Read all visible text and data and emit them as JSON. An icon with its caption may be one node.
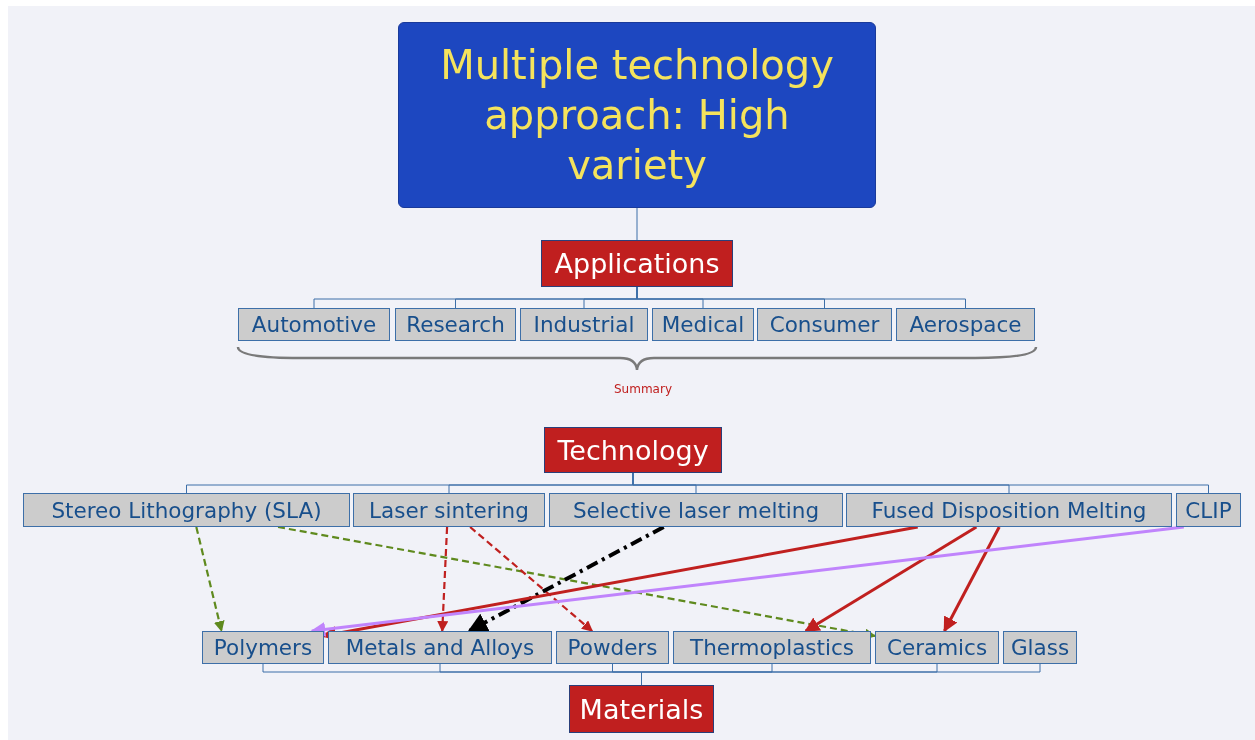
{
  "diagram": {
    "nodes": [
      {
        "text": [
          "Multiple technology approach: High variety"
        ]
      },
      {
        "text": [
          "Applications"
        ]
      },
      {
        "text": [
          "Automotive"
        ]
      },
      {
        "text": [
          "Research"
        ]
      },
      {
        "text": [
          "Industrial"
        ]
      },
      {
        "text": [
          "Medical"
        ]
      },
      {
        "text": [
          "Consumer"
        ]
      },
      {
        "text": [
          "Aerospace"
        ]
      },
      {
        "text": [
          "Technology"
        ]
      },
      {
        "text": [
          "Stereo Lithography (SLA)"
        ]
      },
      {
        "text": [
          "Laser sintering"
        ]
      },
      {
        "text": [
          "Selective laser melting"
        ]
      },
      {
        "text": [
          "Fused Disposition Melting"
        ]
      },
      {
        "text": [
          "CLIP"
        ]
      },
      {
        "text": [
          "Polymers"
        ]
      },
      {
        "text": [
          "Metals and Alloys"
        ]
      },
      {
        "text": [
          "Powders"
        ]
      },
      {
        "text": [
          "Thermoplastics"
        ]
      },
      {
        "text": [
          "Ceramics"
        ]
      },
      {
        "text": [
          "Glass"
        ]
      },
      {
        "text": [
          "Materials"
        ]
      }
    ],
    "edges": [
      {
        "from": 0,
        "to": 1,
        "arrow": "none"
      },
      {
        "from": 1,
        "to": 2,
        "arrow": "none"
      },
      {
        "from": 1,
        "to": 3,
        "arrow": "none"
      },
      {
        "from": 1,
        "to": 4,
        "arrow": "none"
      },
      {
        "from": 1,
        "to": 5,
        "arrow": "none"
      },
      {
        "from": 1,
        "to": 6,
        "arrow": "none"
      },
      {
        "from": 1,
        "to": 7,
        "arrow": "none"
      },
      {
        "from": 8,
        "to": 9,
        "arrow": "none"
      },
      {
        "from": 8,
        "to": 10,
        "arrow": "none"
      },
      {
        "from": 8,
        "to": 11,
        "arrow": "none"
      },
      {
        "from": 8,
        "to": 12,
        "arrow": "none"
      },
      {
        "from": 8,
        "to": 13,
        "arrow": "none"
      },
      {
        "from": 20,
        "to": 14,
        "arrow": "none"
      },
      {
        "from": 20,
        "to": 15,
        "arrow": "none"
      },
      {
        "from": 20,
        "to": 16,
        "arrow": "none"
      },
      {
        "from": 20,
        "to": 17,
        "arrow": "none"
      },
      {
        "from": 20,
        "to": 18,
        "arrow": "none"
      },
      {
        "from": 20,
        "to": 19,
        "arrow": "none"
      },
      {
        "from": 9,
        "to": 14,
        "arrow": "to",
        "style": "dashed",
        "color": "#5f8a1e"
      },
      {
        "from": 9,
        "to": 18,
        "arrow": "to",
        "style": "dashed",
        "color": "#5f8a1e"
      },
      {
        "from": 10,
        "to": 15,
        "arrow": "to",
        "style": "dashed",
        "color": "#c0201f"
      },
      {
        "from": 10,
        "to": 16,
        "arrow": "to",
        "style": "dashed",
        "color": "#c0201f"
      },
      {
        "from": 11,
        "to": 15,
        "arrow": "to",
        "style": "dashed",
        "color": "#000000"
      },
      {
        "from": 12,
        "to": 14,
        "arrow": "to",
        "style": "thick",
        "color": "#c0201f"
      },
      {
        "from": 12,
        "to": 17,
        "arrow": "to",
        "style": "thick",
        "color": "#c0201f"
      },
      {
        "from": 12,
        "to": 18,
        "arrow": "to",
        "style": "thick",
        "color": "#c0201f"
      },
      {
        "from": 13,
        "to": 14,
        "arrow": "to",
        "style": "thick",
        "color": "#c084fc"
      }
    ],
    "labels": [
      "Summary"
    ]
  }
}
